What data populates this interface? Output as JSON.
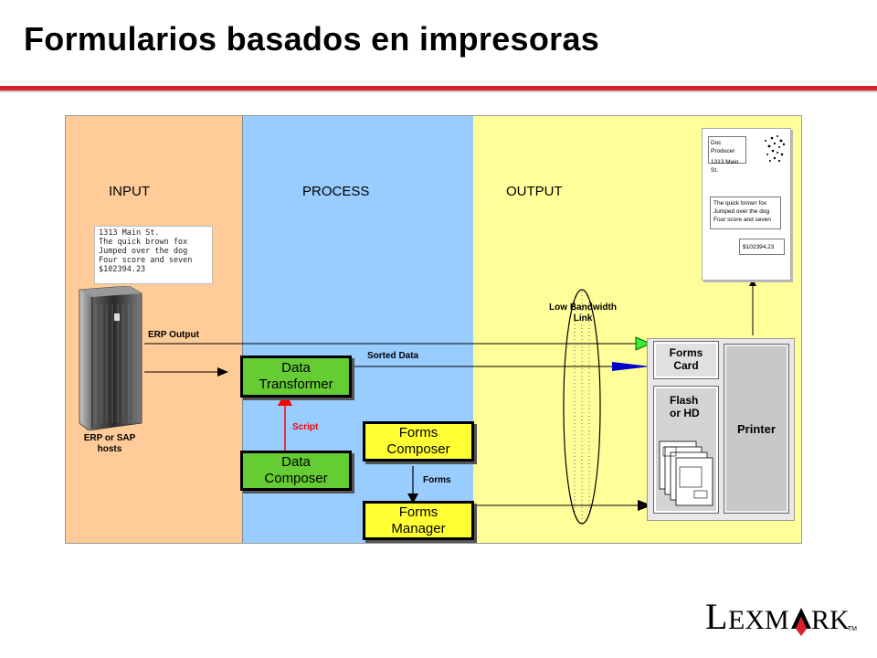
{
  "slide": {
    "title": "Formularios basados en impresoras"
  },
  "colors": {
    "input_zone": "#ffcc99",
    "process_zone": "#99ccff",
    "output_zone": "#ffff99",
    "green_box": "#66cc33",
    "yellow_box": "#ffff33",
    "title_rule": "#d8202a",
    "script_arrow": "#ff0000",
    "input_arrowhead": "#00cc00",
    "output_arrowhead": "#0000cc"
  },
  "zones": {
    "input": "INPUT",
    "process": "PROCESS",
    "output": "OUTPUT"
  },
  "erp_sample_lines": [
    "1313 Main St.",
    "The quick brown fox",
    "Jumped over the dog",
    "Four score and seven",
    "$102394.23"
  ],
  "server_caption": [
    "ERP or SAP",
    "hosts"
  ],
  "labels": {
    "erp_output": "ERP Output",
    "sorted_data": "Sorted Data",
    "script": "Script",
    "forms": "Forms",
    "low_bandwidth": [
      "Low Bandwidth",
      "Link"
    ]
  },
  "boxes": {
    "data_transformer": [
      "Data",
      "Transformer"
    ],
    "data_composer": [
      "Data",
      "Composer"
    ],
    "forms_composer": [
      "Forms",
      "Composer"
    ],
    "forms_manager": [
      "Forms",
      "Manager"
    ]
  },
  "printer": {
    "forms_card": [
      "Forms",
      "Card"
    ],
    "flash_hd": [
      "Flash",
      "or HD"
    ],
    "printer": "Printer"
  },
  "output_document": {
    "header": [
      "Doc Producer",
      "1313 Main St."
    ],
    "body": [
      "The quick brown fox",
      "Jumped over the dog",
      "Four score and seven"
    ],
    "total": "$102394.23"
  },
  "logo": {
    "text": "LEXMARK",
    "tm": "TM"
  }
}
